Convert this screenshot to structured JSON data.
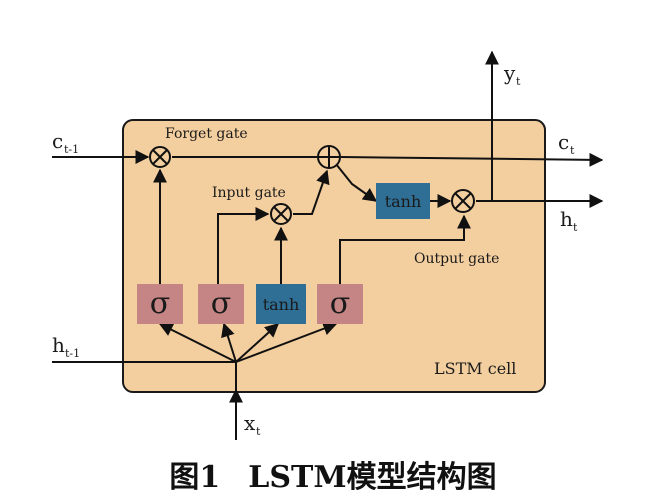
{
  "diagram": {
    "inputs": {
      "c_prev": {
        "main": "c",
        "sub": "t-1"
      },
      "h_prev": {
        "main": "h",
        "sub": "t-1"
      },
      "x": {
        "main": "x",
        "sub": "t"
      }
    },
    "outputs": {
      "c": {
        "main": "c",
        "sub": "t"
      },
      "h": {
        "main": "h",
        "sub": "t"
      },
      "y": {
        "main": "y",
        "sub": "t"
      }
    },
    "gate_labels": {
      "forget": "Forget gate",
      "input": "Input gate",
      "output": "Output gate"
    },
    "blocks": {
      "sigma": "σ",
      "tanh": "tanh"
    },
    "cell_label": "LSTM cell"
  },
  "caption": {
    "figure": "图1",
    "title": "LSTM模型结构图"
  },
  "colors": {
    "cell_fill": "#f3cf9f",
    "cell_stroke": "#1a1a1a",
    "sigma_fill": "#c48584",
    "tanh_fill": "#2f6f96"
  }
}
